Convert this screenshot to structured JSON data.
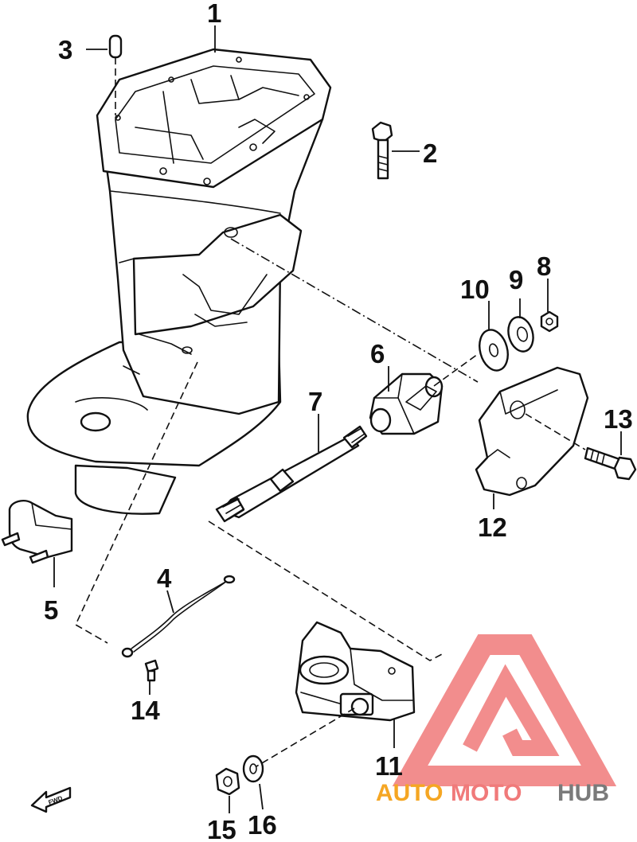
{
  "diagram": {
    "callouts": {
      "c1": "1",
      "c2": "2",
      "c3": "3",
      "c4": "4",
      "c5": "5",
      "c6": "6",
      "c7": "7",
      "c8": "8",
      "c9": "9",
      "c10": "10",
      "c11": "11",
      "c12": "12",
      "c13": "13",
      "c14": "14",
      "c15": "15",
      "c16": "16"
    },
    "fwd_marker": "FWD"
  },
  "watermark": {
    "word_part1": "AUTO",
    "word_part2": "MOTO",
    "word_part3": "HUB",
    "colors": {
      "auto": "#f5a623",
      "moto": "#f07a7a",
      "hub": "#7a7a7a",
      "logo": "#f07a7a"
    }
  }
}
